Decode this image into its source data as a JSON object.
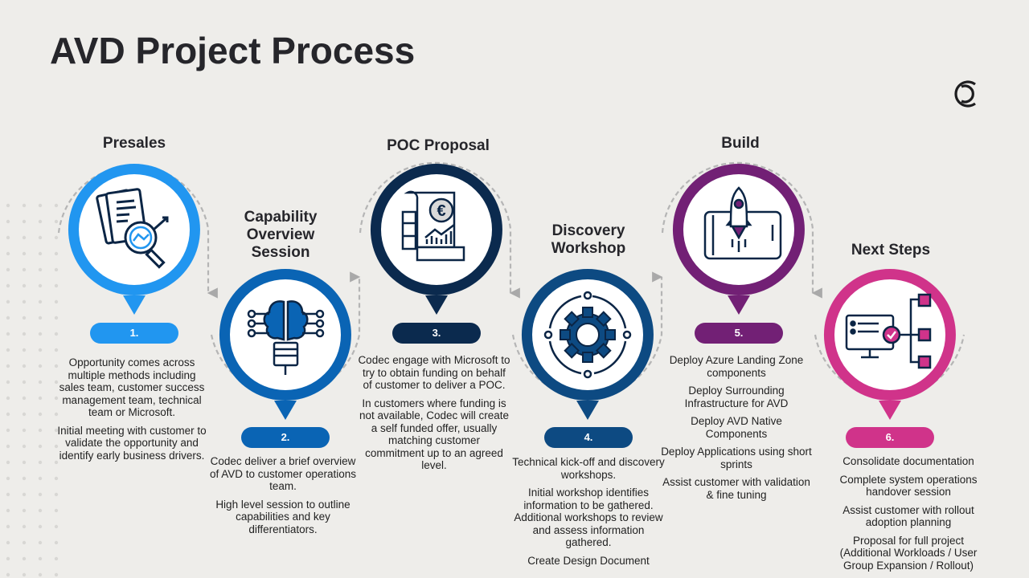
{
  "title": "AVD Project Process",
  "logo_icon": "codec-circle-logo-icon",
  "stages": [
    {
      "number": "1.",
      "title": "Presales",
      "color": "#2196f0",
      "icon": "document-magnifier-icon",
      "paragraphs": [
        "Opportunity comes across multiple methods including sales team, customer success management team,  technical team or Microsoft.",
        "Initial meeting with customer to validate the opportunity and identify early business drivers."
      ]
    },
    {
      "number": "2.",
      "title": "Capability Overview Session",
      "color": "#0a64b4",
      "icon": "brain-bulb-icon",
      "paragraphs": [
        "Codec deliver a brief overview of AVD to customer operations team.",
        "High level session to outline capabilities and key differentiators."
      ]
    },
    {
      "number": "3.",
      "title": "POC Proposal",
      "color": "#0b2a4e",
      "icon": "euro-invoice-icon",
      "paragraphs": [
        "Codec engage with Microsoft to try to obtain funding on behalf of customer to deliver a POC.",
        "In customers where funding is not available, Codec will create a self funded offer, usually matching customer commitment up to an agreed level."
      ]
    },
    {
      "number": "4.",
      "title": "Discovery Workshop",
      "color": "#0d4a82",
      "icon": "gear-cycle-icon",
      "paragraphs": [
        "Technical kick-off and discovery workshops.",
        "Initial workshop identifies information to be gathered. Additional workshops to review and assess information gathered.",
        "Create Design Document"
      ]
    },
    {
      "number": "5.",
      "title": "Build",
      "color": "#722075",
      "icon": "rocket-phone-icon",
      "paragraphs": [
        "Deploy Azure Landing Zone components",
        "Deploy Surrounding Infrastructure for AVD",
        "Deploy AVD Native Components",
        "Deploy Applications using short sprints",
        "Assist customer with validation & fine tuning"
      ]
    },
    {
      "number": "6.",
      "title": "Next Steps",
      "color": "#d0338a",
      "icon": "monitor-checklist-icon",
      "paragraphs": [
        "Consolidate documentation",
        "Complete system operations handover session",
        "Assist customer with rollout adoption planning",
        "Proposal for full project (Additional Workloads / User Group Expansion / Rollout)"
      ]
    }
  ]
}
